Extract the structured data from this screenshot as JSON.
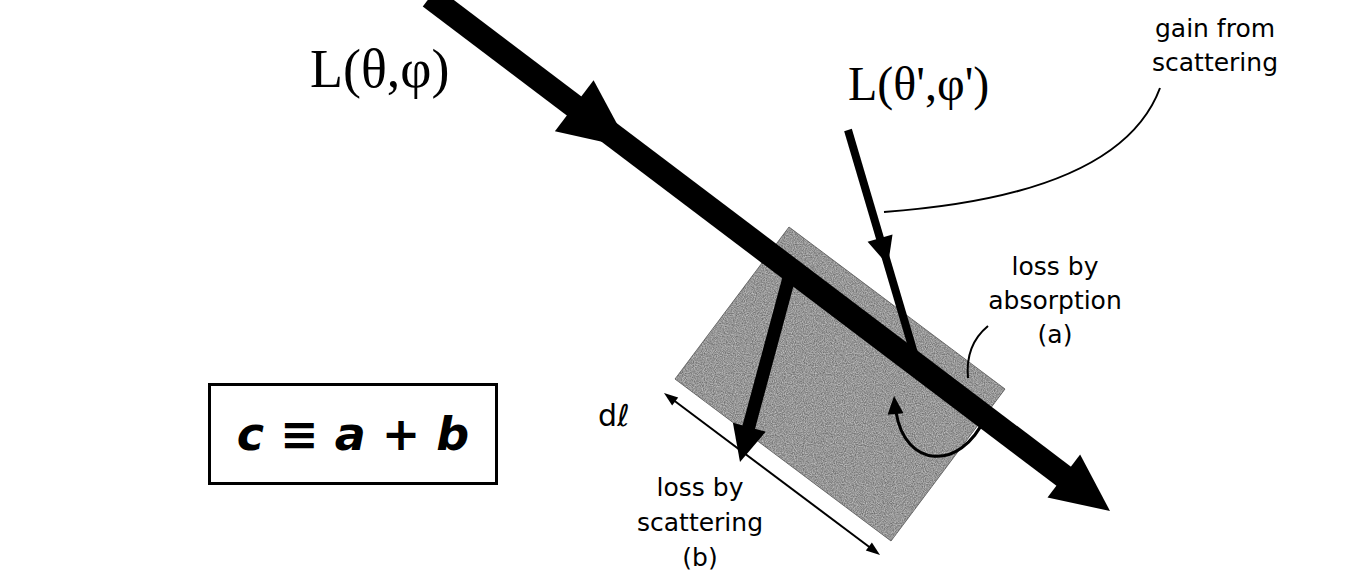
{
  "diagram": {
    "nodes": [
      {
        "text": [
          "c ≡ a + b"
        ]
      }
    ],
    "labels": [
      "L(θ,φ)",
      "L(θ',φ')",
      "gain from scattering",
      "loss by absorption (a)",
      "dℓ",
      "loss by scattering (b)"
    ]
  }
}
